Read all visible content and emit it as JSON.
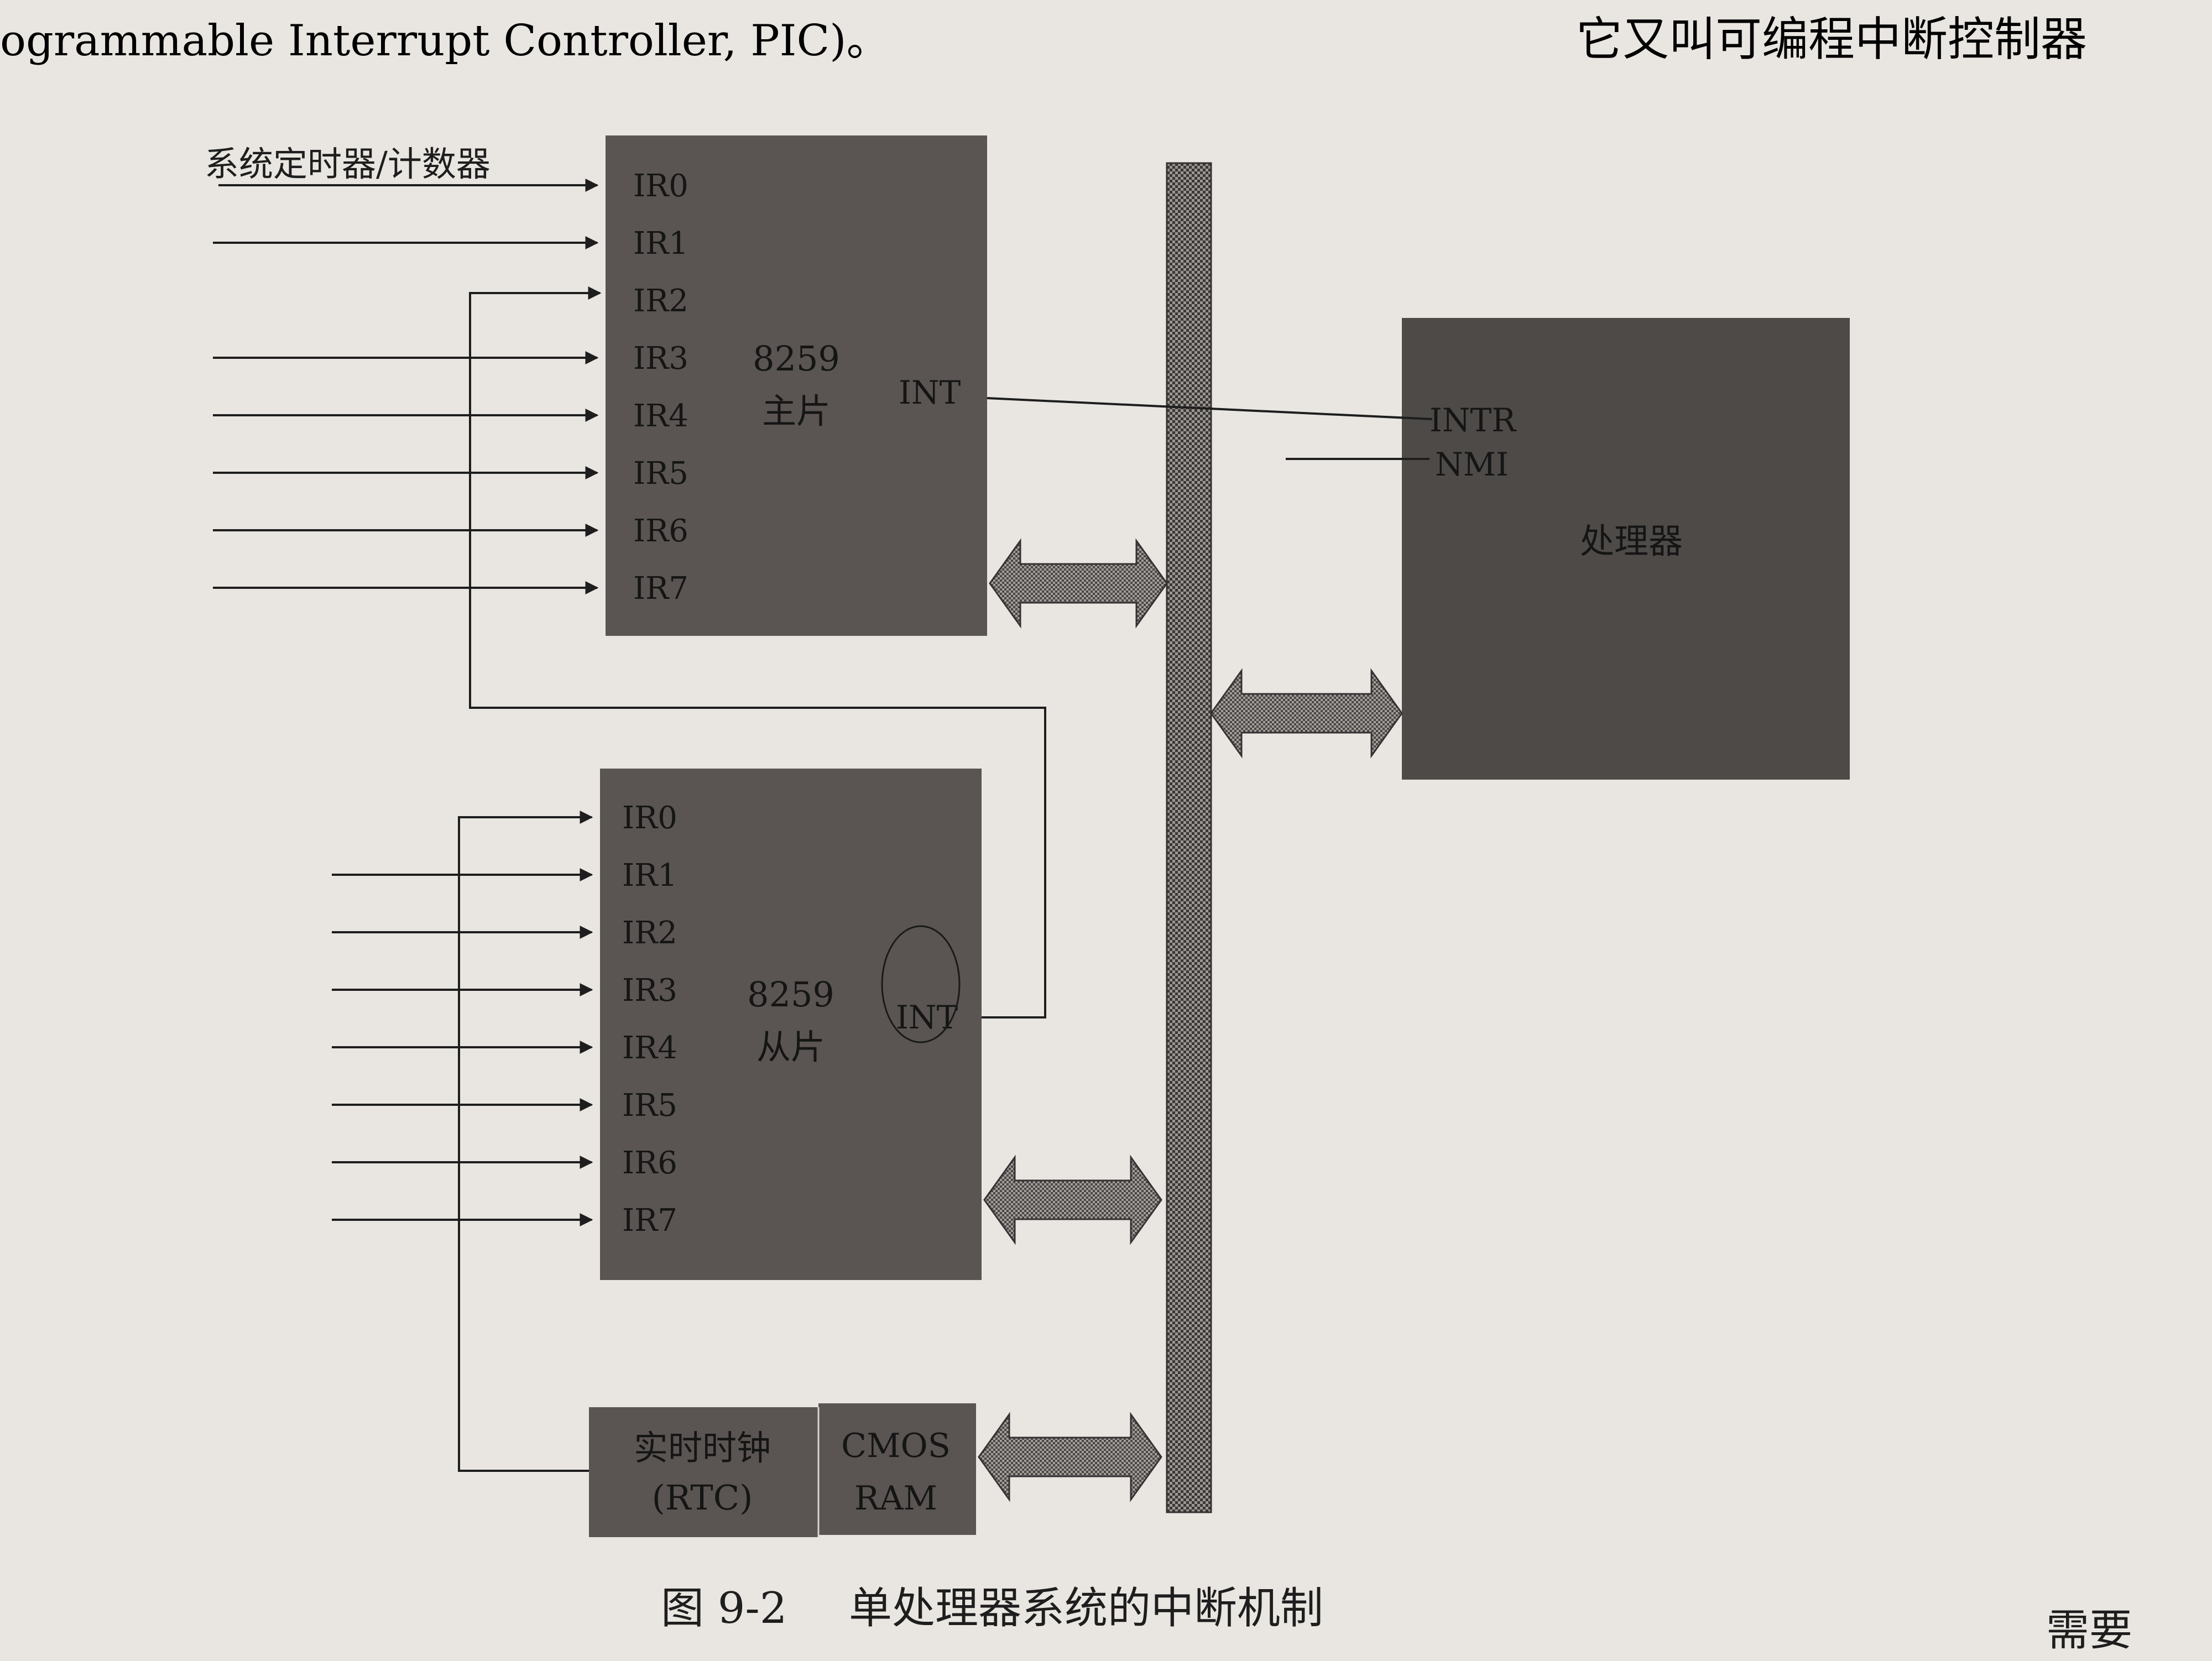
{
  "top_text": {
    "left": "ogrammable Interrupt Controller, PIC)。",
    "right": "它又叫可编程中断控制器"
  },
  "diagram": {
    "timer_label": "系统定时器/计数器",
    "master": {
      "name_line1": "8259",
      "name_line2": "主片",
      "int_label": "INT",
      "pins": [
        "IR0",
        "IR1",
        "IR2",
        "IR3",
        "IR4",
        "IR5",
        "IR6",
        "IR7"
      ]
    },
    "slave": {
      "name_line1": "8259",
      "name_line2": "从片",
      "int_label": "INT",
      "pins": [
        "IR0",
        "IR1",
        "IR2",
        "IR3",
        "IR4",
        "IR5",
        "IR6",
        "IR7"
      ]
    },
    "processor": {
      "label": "处理器",
      "pin_intr": "INTR",
      "pin_nmi": "NMI"
    },
    "rtc": {
      "line1": "实时时钟",
      "line2": "(RTC)"
    },
    "cmos": {
      "line1": "CMOS",
      "line2": "RAM"
    }
  },
  "caption": {
    "number": "图 9-2",
    "title": "单处理器系统的中断机制"
  },
  "bottom_text": "需要",
  "colors": {
    "paper": "#e9e6e1",
    "chip_fill": "#5a5552",
    "processor_fill": "#4e4a48",
    "bus_fill": "#8a8683",
    "line": "#1e1e1e"
  }
}
